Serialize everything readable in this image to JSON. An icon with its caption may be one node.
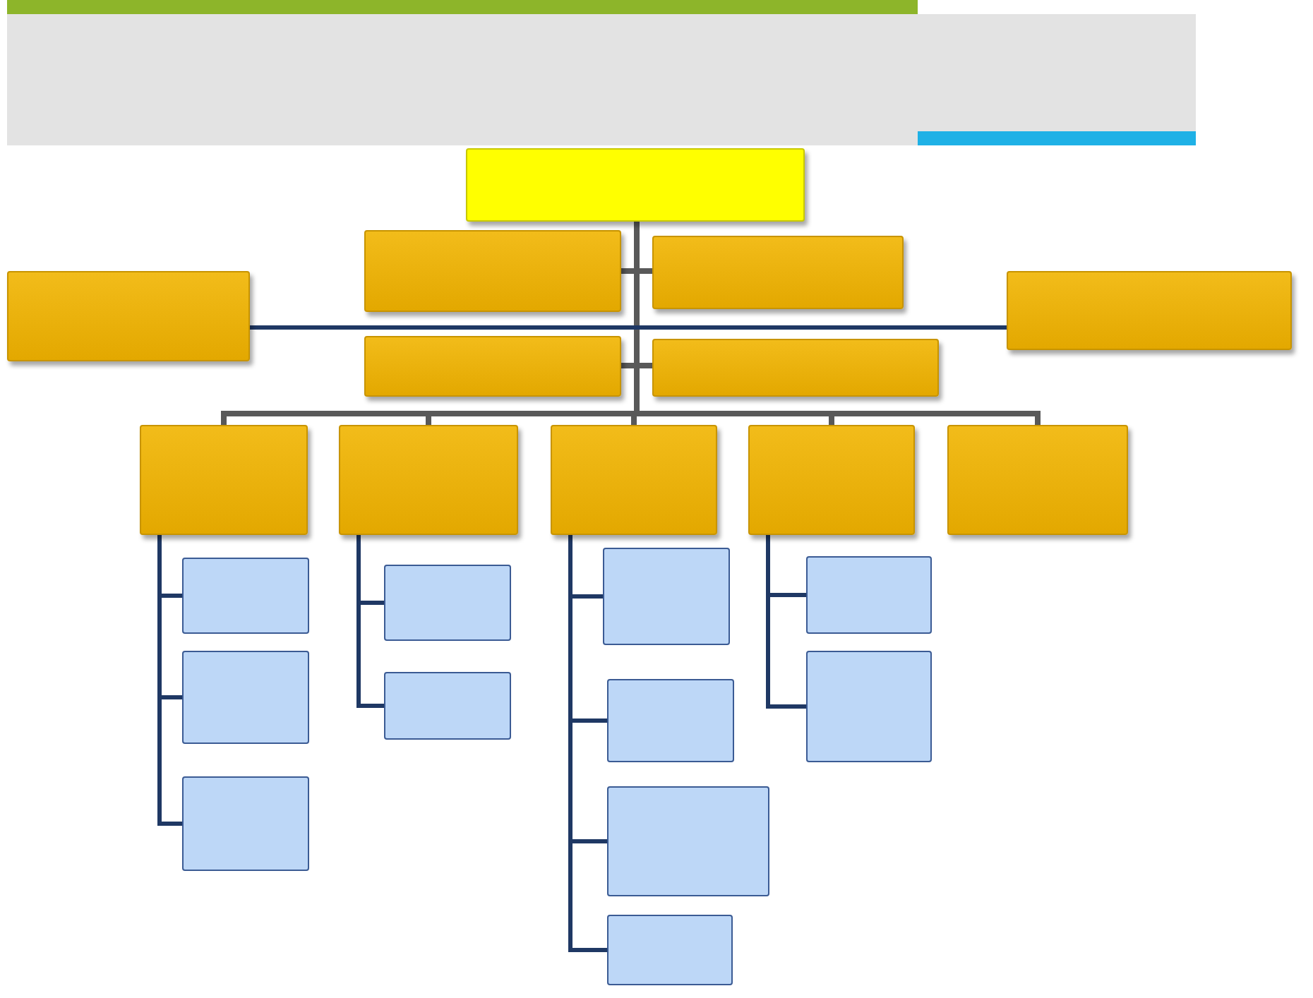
{
  "diagram": {
    "nodes": [
      {
        "text": [],
        "shape": "box"
      },
      {
        "text": [],
        "shape": "box"
      },
      {
        "text": [],
        "shape": "box"
      },
      {
        "text": [],
        "shape": "box"
      },
      {
        "text": [],
        "shape": "box"
      },
      {
        "text": [],
        "shape": "box"
      },
      {
        "text": [],
        "shape": "box"
      },
      {
        "text": [],
        "shape": "box"
      },
      {
        "text": [],
        "shape": "box"
      },
      {
        "text": [],
        "shape": "box"
      },
      {
        "text": [],
        "shape": "box"
      },
      {
        "text": [],
        "shape": "box"
      },
      {
        "text": [],
        "shape": "box"
      },
      {
        "text": [],
        "shape": "box"
      },
      {
        "text": [],
        "shape": "box"
      },
      {
        "text": [],
        "shape": "box"
      },
      {
        "text": [],
        "shape": "box"
      },
      {
        "text": [],
        "shape": "box"
      },
      {
        "text": [],
        "shape": "box"
      },
      {
        "text": [],
        "shape": "box"
      },
      {
        "text": [],
        "shape": "box"
      },
      {
        "text": [],
        "shape": "box"
      },
      {
        "text": [],
        "shape": "box"
      }
    ],
    "edges": [
      {
        "from": 0,
        "to": 1,
        "arrow": "none",
        "color": "#595959"
      },
      {
        "from": 0,
        "to": 2,
        "arrow": "none",
        "color": "#595959"
      },
      {
        "from": 0,
        "to": 5,
        "arrow": "none",
        "color": "#595959"
      },
      {
        "from": 0,
        "to": 6,
        "arrow": "none",
        "color": "#595959"
      },
      {
        "from": 0,
        "to": 7,
        "arrow": "none",
        "color": "#595959"
      },
      {
        "from": 0,
        "to": 8,
        "arrow": "none",
        "color": "#595959"
      },
      {
        "from": 0,
        "to": 9,
        "arrow": "none",
        "color": "#595959"
      },
      {
        "from": 0,
        "to": 10,
        "arrow": "none",
        "color": "#595959"
      },
      {
        "from": 0,
        "to": 11,
        "arrow": "none",
        "color": "#595959"
      },
      {
        "from": 3,
        "to": 4,
        "arrow": "none"
      },
      {
        "from": 7,
        "to": 12,
        "arrow": "none"
      },
      {
        "from": 7,
        "to": 13,
        "arrow": "none"
      },
      {
        "from": 7,
        "to": 14,
        "arrow": "none"
      },
      {
        "from": 8,
        "to": 15,
        "arrow": "none"
      },
      {
        "from": 8,
        "to": 16,
        "arrow": "none"
      },
      {
        "from": 9,
        "to": 17,
        "arrow": "none"
      },
      {
        "from": 9,
        "to": 18,
        "arrow": "none"
      },
      {
        "from": 9,
        "to": 19,
        "arrow": "none"
      },
      {
        "from": 9,
        "to": 20,
        "arrow": "none"
      },
      {
        "from": 10,
        "to": 21,
        "arrow": "none"
      },
      {
        "from": 10,
        "to": 22,
        "arrow": "none"
      }
    ]
  }
}
